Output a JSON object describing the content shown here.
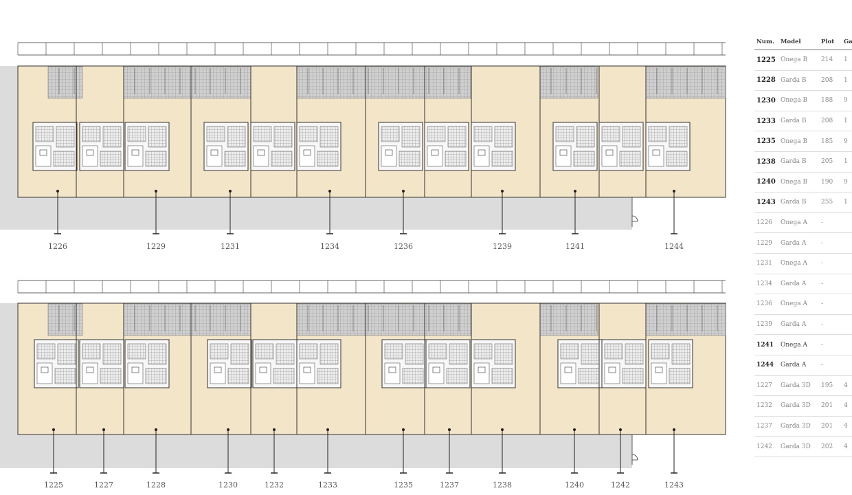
{
  "table": {
    "headers": [
      "Num.",
      "Model",
      "Plot",
      "Ga"
    ],
    "rows": [
      {
        "num": "1225",
        "model": "Onega B",
        "plot": "214",
        "gar": "1",
        "style": "avail"
      },
      {
        "num": "1228",
        "model": "Garda B",
        "plot": "208",
        "gar": "1",
        "style": "avail"
      },
      {
        "num": "1230",
        "model": "Onega B",
        "plot": "188",
        "gar": "9",
        "style": "avail"
      },
      {
        "num": "1233",
        "model": "Garda B",
        "plot": "208",
        "gar": "1",
        "style": "avail"
      },
      {
        "num": "1235",
        "model": "Onega B",
        "plot": "185",
        "gar": "9",
        "style": "avail"
      },
      {
        "num": "1238",
        "model": "Garda B",
        "plot": "205",
        "gar": "1",
        "style": "avail"
      },
      {
        "num": "1240",
        "model": "Onega B",
        "plot": "190",
        "gar": "9",
        "style": "avail"
      },
      {
        "num": "1243",
        "model": "Garda B",
        "plot": "255",
        "gar": "1",
        "style": "avail"
      },
      {
        "num": "1226",
        "model": "Onega A",
        "plot": "-",
        "gar": "",
        "style": "plain"
      },
      {
        "num": "1229",
        "model": "Garda A",
        "plot": "-",
        "gar": "",
        "style": "plain"
      },
      {
        "num": "1231",
        "model": "Onega A",
        "plot": "-",
        "gar": "",
        "style": "plain"
      },
      {
        "num": "1234",
        "model": "Garda A",
        "plot": "-",
        "gar": "",
        "style": "plain"
      },
      {
        "num": "1236",
        "model": "Onega A",
        "plot": "-",
        "gar": "",
        "style": "plain"
      },
      {
        "num": "1239",
        "model": "Garda A",
        "plot": "-",
        "gar": "",
        "style": "plain"
      },
      {
        "num": "1241",
        "model": "Onega A",
        "plot": "-",
        "gar": "",
        "style": "bold"
      },
      {
        "num": "1244",
        "model": "Garda A",
        "plot": "-",
        "gar": "",
        "style": "bold"
      },
      {
        "num": "1227",
        "model": "Garda 3D",
        "plot": "195",
        "gar": "4",
        "style": "plain"
      },
      {
        "num": "1232",
        "model": "Garda 3D",
        "plot": "201",
        "gar": "4",
        "style": "plain"
      },
      {
        "num": "1237",
        "model": "Garda 3D",
        "plot": "201",
        "gar": "4",
        "style": "plain"
      },
      {
        "num": "1242",
        "model": "Garda 3D",
        "plot": "202",
        "gar": "4",
        "style": "plain"
      }
    ]
  },
  "top_row": {
    "labels": [
      "1226",
      "1229",
      "1231",
      "1234",
      "1236",
      "1239",
      "1241",
      "1244"
    ]
  },
  "bottom_row": {
    "labels": [
      "1225",
      "1227",
      "1228",
      "1230",
      "1232",
      "1233",
      "1235",
      "1237",
      "1238",
      "1240",
      "1242",
      "1243"
    ]
  },
  "colors": {
    "plot_fill": "#f3e6c8",
    "shade": "#d9d9d9",
    "line": "#333333",
    "paving": "#b9b9b9"
  }
}
